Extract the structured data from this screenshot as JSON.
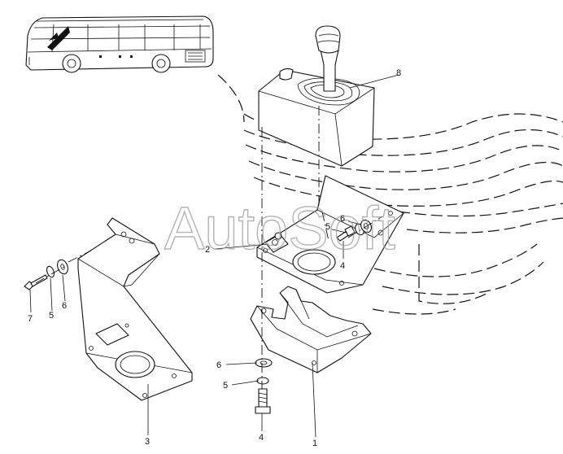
{
  "watermark": "AutoSoft",
  "callouts": {
    "c1": "1",
    "c2": "2",
    "c3": "3",
    "c4a": "4",
    "c4b": "4",
    "c5a": "5",
    "c5b": "5",
    "c5c": "5",
    "c6a": "6",
    "c6b": "6",
    "c6c": "6",
    "c7": "7",
    "c8": "8"
  }
}
